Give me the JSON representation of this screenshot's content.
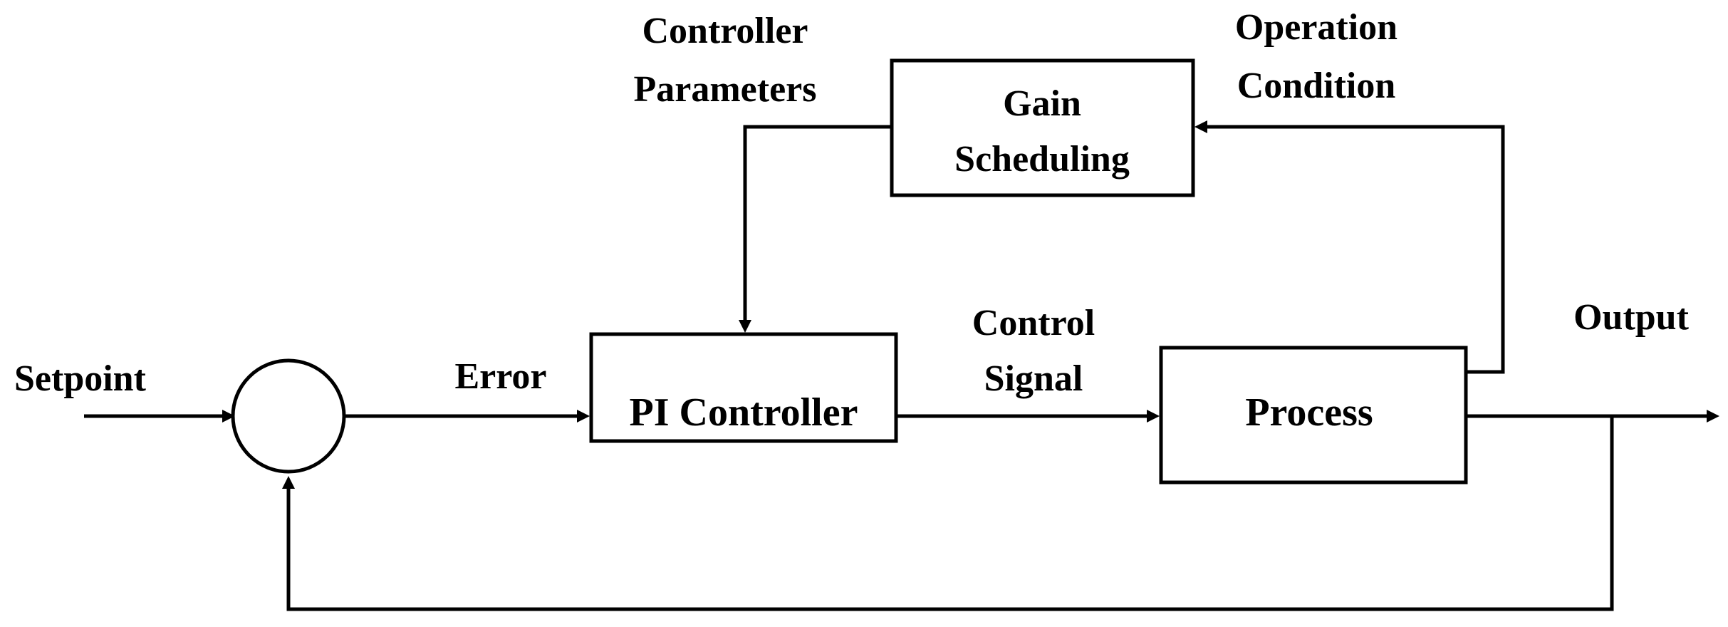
{
  "diagram": {
    "blocks": {
      "gain_scheduling": [
        "Gain",
        "Scheduling"
      ],
      "pi_controller": "PI Controller",
      "process": "Process"
    },
    "signals": {
      "setpoint": "Setpoint",
      "error": "Error",
      "control_signal": [
        "Control",
        "Signal"
      ],
      "output": "Output",
      "controller_parameters": [
        "Controller",
        "Parameters"
      ],
      "operation_condition": [
        "Operation",
        "Condition"
      ]
    },
    "colors": {
      "stroke": "#000000",
      "background": "#ffffff"
    }
  }
}
